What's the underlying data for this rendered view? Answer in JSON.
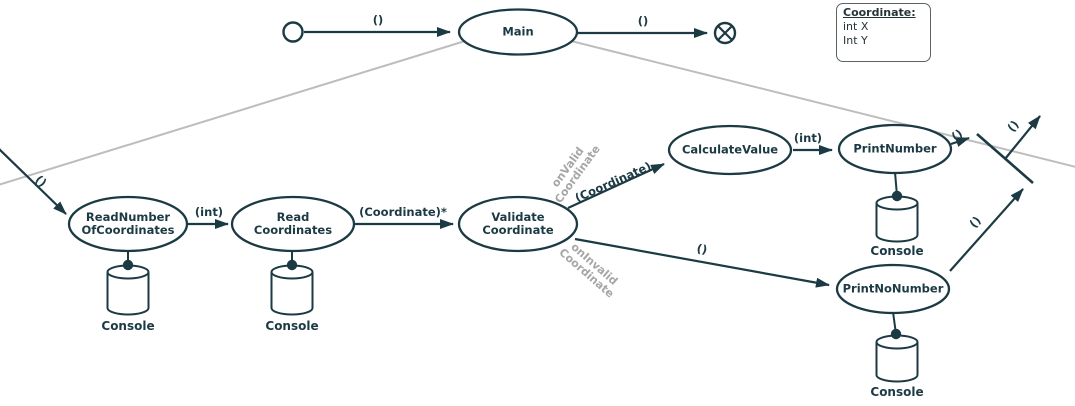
{
  "diagram": {
    "nodes": {
      "main": [
        "Main"
      ],
      "read_number_of_coordinates": [
        "ReadNumber",
        "OfCoordinates"
      ],
      "read_coordinates": [
        "Read",
        "Coordinates"
      ],
      "validate_coordinate": [
        "Validate",
        "Coordinate"
      ],
      "calculate_value": [
        "CalculateValue"
      ],
      "print_number": [
        "PrintNumber"
      ],
      "print_no_number": [
        "PrintNoNumber"
      ]
    },
    "labels": {
      "start_to_main": "()",
      "main_to_end": "()",
      "entry": "()",
      "int_to_read_coordinates": "(int)",
      "coordinate_star": "(Coordinate)*",
      "coordinate": "(Coordinate)",
      "on_valid": [
        "onValid",
        "Coordinate"
      ],
      "on_invalid": [
        "onInvalid",
        "Coordinate"
      ],
      "to_print_no_number": "()",
      "int_to_print_number": "(int)",
      "print_number_out": "()",
      "print_no_number_out": "()",
      "exit_out": "()"
    },
    "datastores": [
      "Console",
      "Console",
      "Console",
      "Console"
    ],
    "note": {
      "title": "Coordinate:",
      "fields": [
        "int X",
        "Int Y"
      ]
    }
  },
  "colors": {
    "ink": "#1c3a43",
    "line_gray": "#bdbdbd",
    "label_gray": "#a6a6a6",
    "note_border": "#596463",
    "note_text": "#24343a",
    "background": "#ffffff"
  }
}
